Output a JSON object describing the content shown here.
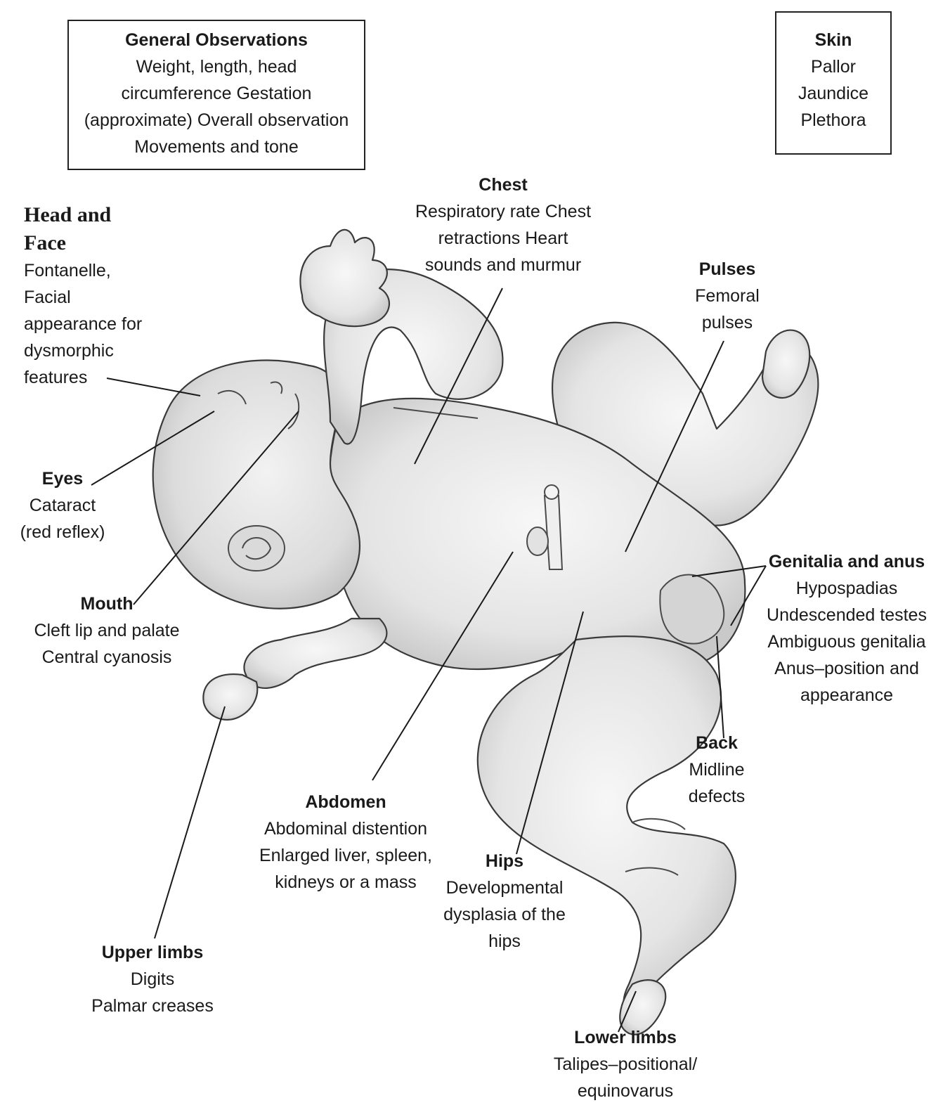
{
  "labels": {
    "general": {
      "title": "General Observations",
      "lines": [
        "Weight, length, head",
        "circumference Gestation",
        "(approximate) Overall observation",
        "Movements and tone"
      ]
    },
    "skin": {
      "title": "Skin",
      "lines": [
        "Pallor",
        "Jaundice",
        "Plethora"
      ]
    },
    "chest": {
      "title": "Chest",
      "lines": [
        "Respiratory rate Chest",
        "retractions Heart",
        "sounds and murmur"
      ]
    },
    "head_face": {
      "title_lines": [
        "Head and",
        "Face"
      ],
      "lines": [
        "Fontanelle,",
        "Facial",
        "appearance for",
        "dysmorphic",
        "features"
      ]
    },
    "pulses": {
      "title": "Pulses",
      "lines": [
        "Femoral",
        "pulses"
      ]
    },
    "eyes": {
      "title": "Eyes",
      "lines": [
        "Cataract",
        "(red reflex)"
      ]
    },
    "mouth": {
      "title": "Mouth",
      "lines": [
        "Cleft lip and palate",
        "Central cyanosis"
      ]
    },
    "genitalia": {
      "title": "Genitalia and anus",
      "lines": [
        "Hypospadias",
        "Undescended testes",
        "Ambiguous genitalia",
        "Anus–position and",
        "appearance"
      ]
    },
    "back": {
      "title": "Back",
      "lines": [
        "Midline",
        "defects"
      ]
    },
    "abdomen": {
      "title": "Abdomen",
      "lines": [
        "Abdominal distention",
        "Enlarged liver, spleen,",
        "kidneys or a mass"
      ]
    },
    "hips": {
      "title": "Hips",
      "lines": [
        "Developmental",
        "dysplasia of the",
        "hips"
      ]
    },
    "upper_limbs": {
      "title": "Upper limbs",
      "lines": [
        "Digits",
        "Palmar creases"
      ]
    },
    "lower_limbs": {
      "title": "Lower limbs",
      "lines": [
        "Talipes–positional/",
        "equinovarus"
      ]
    }
  }
}
